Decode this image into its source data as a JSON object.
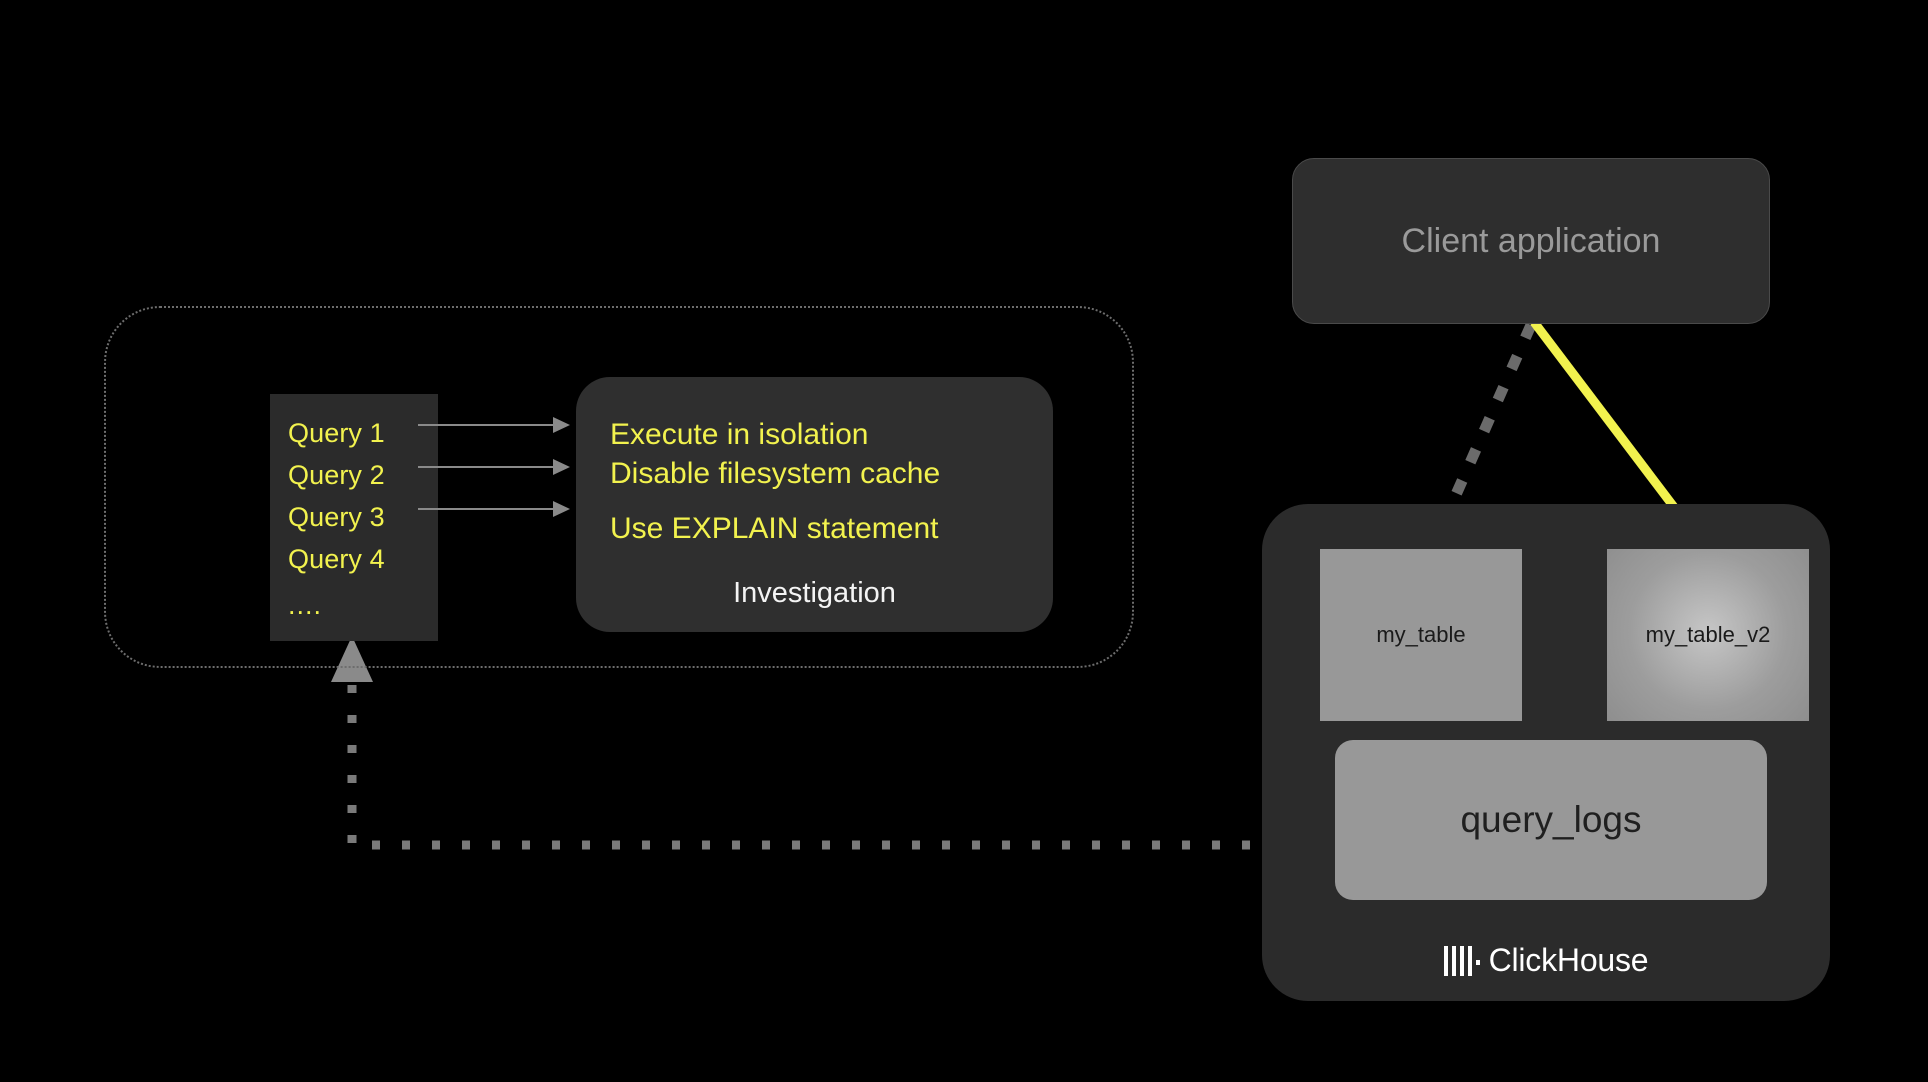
{
  "diagram": {
    "background_color": "#000000",
    "accent_yellow": "#f2f24e",
    "arrow_gray": "#8a8a8a"
  },
  "investigation_group": {
    "container_name": "investigation-scope",
    "query_list": {
      "items": [
        {
          "label": "Query 1"
        },
        {
          "label": "Query 2"
        },
        {
          "label": "Query 3"
        },
        {
          "label": "Query 4"
        }
      ],
      "ellipsis": "...."
    },
    "card": {
      "steps": [
        {
          "label": "Execute in isolation"
        },
        {
          "label": "Disable filesystem cache"
        },
        {
          "label": "Use EXPLAIN statement"
        }
      ],
      "title": "Investigation"
    }
  },
  "client": {
    "label": "Client application"
  },
  "clickhouse": {
    "logo_text": "ClickHouse",
    "tables": [
      {
        "label": "my_table",
        "style": "flat"
      },
      {
        "label": "my_table_v2",
        "style": "gradient"
      }
    ],
    "logs": {
      "label": "query_logs"
    }
  },
  "connections": [
    {
      "name": "client-to-my-table",
      "style": "dashed",
      "color": "#6b6b6b"
    },
    {
      "name": "client-to-my-table-v2",
      "style": "solid",
      "color": "#f2f24e"
    },
    {
      "name": "query-logs-to-query-list",
      "style": "dotted",
      "color": "#7a7a7a"
    }
  ]
}
